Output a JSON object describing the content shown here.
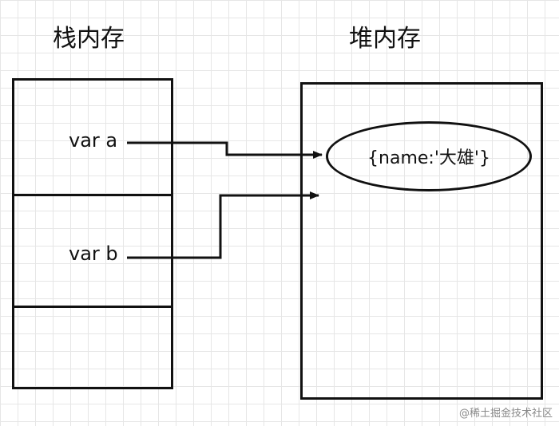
{
  "stack": {
    "title": "栈内存",
    "variables": [
      "var a",
      "var b"
    ]
  },
  "heap": {
    "title": "堆内存",
    "object": "{name:'大雄'}"
  },
  "watermark": "@稀土掘金技术社区",
  "colors": {
    "stroke": "#111111",
    "grid": "#e6e6e6",
    "watermark": "#8a8a8a"
  }
}
